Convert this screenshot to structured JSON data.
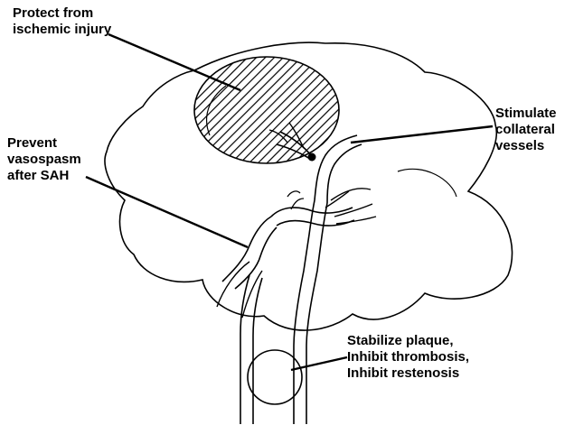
{
  "labels": {
    "ischemic_injury": [
      "Protect from",
      "ischemic injury"
    ],
    "collateral_vessels": [
      "Stimulate",
      "collateral",
      "vessels"
    ],
    "vasospasm": [
      "Prevent",
      "vasospasm",
      "after SAH"
    ],
    "plaque": [
      "Stabilize plaque,",
      "Inhibit thrombosis,",
      "Inhibit restenosis"
    ]
  },
  "colors": {
    "ink": "#000000",
    "background": "#ffffff"
  }
}
